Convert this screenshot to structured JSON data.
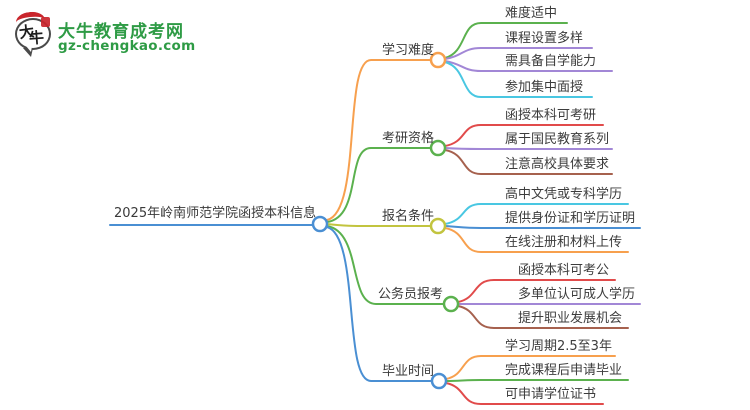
{
  "logo": {
    "icon_char_1": "大",
    "icon_char_2": "牛",
    "site_name": "大牛教育成考网",
    "site_url": "gz-chengkao.com",
    "brand_green": "#2E9B45",
    "accent_red": "#C9252C"
  },
  "central": {
    "label": "2025年岭南师范学院函授本科信息",
    "color": "#4A8FD3"
  },
  "branches": [
    {
      "label": "学习难度",
      "color": "#F7A04E",
      "children": [
        {
          "label": "难度适中",
          "color": "#5BB14E"
        },
        {
          "label": "课程设置多样",
          "color": "#A287D6"
        },
        {
          "label": "需具备自学能力",
          "color": "#A287D6"
        },
        {
          "label": "参加集中面授",
          "color": "#49C7E2"
        }
      ]
    },
    {
      "label": "考研资格",
      "color": "#5BB14E",
      "children": [
        {
          "label": "函授本科可考研",
          "color": "#E14B4B"
        },
        {
          "label": "属于国民教育系列",
          "color": "#A287D6"
        },
        {
          "label": "注意高校具体要求",
          "color": "#A6614E"
        }
      ]
    },
    {
      "label": "报名条件",
      "color": "#C2C43F",
      "children": [
        {
          "label": "高中文凭或专科学历",
          "color": "#49C7E2"
        },
        {
          "label": "提供身份证和学历证明",
          "color": "#4A8FD3"
        },
        {
          "label": "在线注册和材料上传",
          "color": "#F7A04E"
        }
      ]
    },
    {
      "label": "公务员报考",
      "color": "#5BB14E",
      "children": [
        {
          "label": "函授本科可考公",
          "color": "#E14B4B"
        },
        {
          "label": "多单位认可成人学历",
          "color": "#A287D6"
        },
        {
          "label": "提升职业发展机会",
          "color": "#A6614E"
        }
      ]
    },
    {
      "label": "毕业时间",
      "color": "#4A8FD3",
      "children": [
        {
          "label": "学习周期2.5至3年",
          "color": "#F7A04E"
        },
        {
          "label": "完成课程后申请毕业",
          "color": "#5BB14E"
        },
        {
          "label": "可申请学位证书",
          "color": "#E14B4B"
        }
      ]
    }
  ]
}
